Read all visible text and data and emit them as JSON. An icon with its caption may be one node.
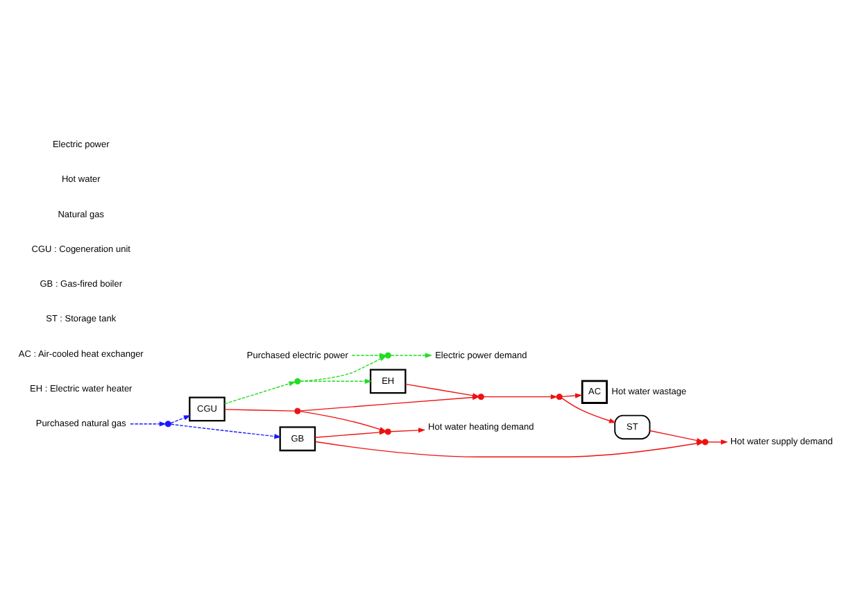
{
  "diagram": {
    "nodes": [
      {
        "text": [
          "Purchased natural gas"
        ]
      },
      {
        "text": [],
        "shape": "circle"
      },
      {
        "text": [
          "CGU"
        ]
      },
      {
        "text": [
          "Purchased electric power"
        ]
      },
      {
        "text": [],
        "shape": "circle"
      },
      {
        "text": [],
        "shape": "circle"
      },
      {
        "text": [
          "Electric power demand"
        ]
      },
      {
        "text": [
          "EH"
        ]
      },
      {
        "text": [
          "AC"
        ],
        "beside": [
          "Hot water wastage"
        ]
      },
      {
        "text": [
          "ST"
        ]
      },
      {
        "text": [],
        "shape": "circle"
      },
      {
        "text": [],
        "shape": "circle"
      },
      {
        "text": [],
        "shape": "circle"
      },
      {
        "text": [],
        "shape": "circle"
      },
      {
        "text": [
          "Hot water supply demand"
        ]
      },
      {
        "text": [],
        "shape": "circle"
      },
      {
        "text": [
          "Hot water heating demand"
        ]
      },
      {
        "text": [
          "GB"
        ]
      }
    ],
    "edges": [
      {
        "from": 0,
        "to": 1,
        "arrow": "to",
        "style": "dashed",
        "color": "#1a1aff"
      },
      {
        "from": 1,
        "to": 2,
        "arrow": "to",
        "style": "dashed",
        "color": "#1a1aff"
      },
      {
        "from": 1,
        "to": 17,
        "arrow": "to",
        "style": "dashed",
        "color": "#1a1aff"
      },
      {
        "from": 2,
        "to": 4,
        "arrow": "to",
        "style": "dashed",
        "color": "#22dd22"
      },
      {
        "from": 4,
        "to": 5,
        "arrow": "to",
        "style": "dashed",
        "color": "#22dd22"
      },
      {
        "from": 3,
        "to": 5,
        "arrow": "to",
        "style": "dashed",
        "color": "#22dd22"
      },
      {
        "from": 5,
        "to": 6,
        "arrow": "to",
        "style": "dashed",
        "color": "#22dd22"
      },
      {
        "from": 4,
        "to": 7,
        "arrow": "to",
        "style": "dashed",
        "color": "#22dd22"
      },
      {
        "from": 2,
        "to": 10,
        "arrow": "none"
      },
      {
        "from": 10,
        "to": 11,
        "arrow": "to"
      },
      {
        "from": 7,
        "to": 11,
        "arrow": "to"
      },
      {
        "from": 11,
        "to": 12,
        "arrow": "to"
      },
      {
        "from": 12,
        "to": 8,
        "arrow": "to"
      },
      {
        "from": 12,
        "to": 9,
        "arrow": "to"
      },
      {
        "from": 9,
        "to": 13,
        "arrow": "to"
      },
      {
        "from": 13,
        "to": 14,
        "arrow": "to"
      },
      {
        "from": 17,
        "to": 13,
        "arrow": "to"
      },
      {
        "from": 10,
        "to": 15,
        "arrow": "to"
      },
      {
        "from": 15,
        "to": 16,
        "arrow": "to"
      },
      {
        "from": 17,
        "to": 15,
        "arrow": "to"
      }
    ],
    "labels": [
      "CGU : Cogeneration unit",
      "GB : Gas-fired boiler",
      "ST : Storage tank",
      "AC : Air-cooled heat exchanger",
      "EH : Electric water heater"
    ],
    "legend": [
      {
        "text": "Electric power"
      },
      {
        "text": "Hot water"
      },
      {
        "text": "Natural gas"
      }
    ]
  }
}
